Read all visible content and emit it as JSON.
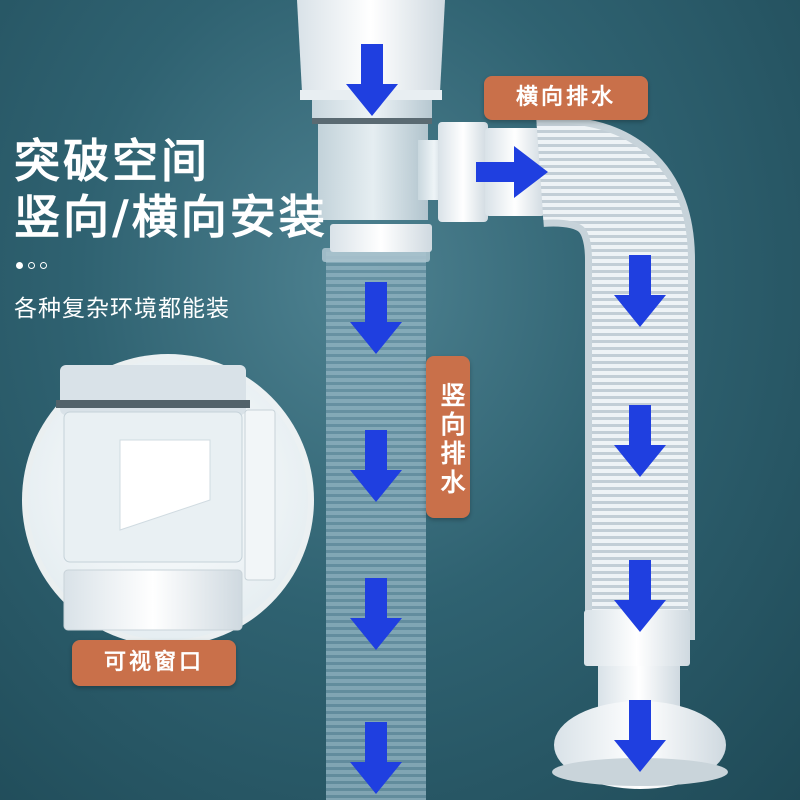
{
  "headline": {
    "line1": "突破空间",
    "line2": "竖向/横向安装"
  },
  "subtitle": "各种复杂环境都能装",
  "labels": {
    "horizontal_drain": "横向排水",
    "vertical_drain": "竖向排水",
    "visible_window": "可视窗口"
  },
  "colors": {
    "background": "#2f6271",
    "tag": "#c9704a",
    "arrow": "#1f3fe0",
    "text": "#ffffff"
  },
  "icons": {
    "flow_arrow": "down-arrow-icon",
    "side_arrow": "right-arrow-icon"
  }
}
